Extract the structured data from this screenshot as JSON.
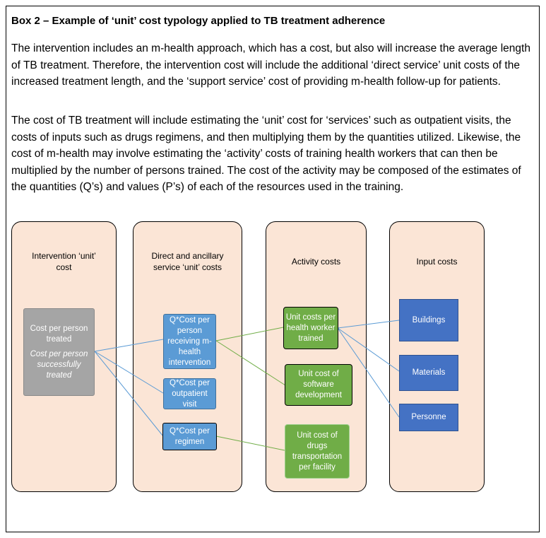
{
  "box": {
    "title": "Box 2 – Example of ‘unit’ cost typology applied to TB treatment adherence",
    "paragraph1": "The intervention includes an m-health approach, which has a cost, but also will increase the average length of TB treatment. Therefore, the intervention cost will include the additional ‘direct service’ unit costs of the increased treatment length, and the ‘support service’ cost of providing m-health follow-up for patients.",
    "paragraph2": "The cost of TB treatment will include estimating the ‘unit’ cost for ‘services’ such as outpatient visits, the costs of inputs such as drugs regimens, and then multiplying them by the quantities utilized. Likewise, the cost of m-health may involve estimating the ‘activity’ costs of training health workers that can then be multiplied by the number of persons trained. The cost of the activity may be composed of the estimates of the quantities (Q’s) and values (P’s) of each of the resources used in the training."
  },
  "diagram": {
    "columns": {
      "intervention": "Intervention ‘unit’ cost",
      "direct": "Direct and ancillary service ‘unit’ costs",
      "activity": "Activity costs",
      "input": "Input costs"
    },
    "nodes": {
      "person_treated": "Cost per person treated",
      "person_success": "Cost per person successfully treated",
      "q_mhealth": "Q*Cost per person receiving m-health intervention",
      "q_outpatient": "Q*Cost per outpatient visit",
      "q_regimen": "Q*Cost per regimen",
      "unit_hw_trained": "Unit costs per health worker trained",
      "unit_software": "Unit cost of software development",
      "unit_drugs_transport": "Unit cost of drugs transportation per facility",
      "buildings": "Buildings",
      "materials": "Materials",
      "personnel": "Personne"
    },
    "colors": {
      "column_fill": "#fbe5d6",
      "service_node": "#5b9bd5",
      "input_node": "#4472c4",
      "activity_node": "#70ad47",
      "intervention_node": "#a5a5a5",
      "blue_connector": "#5b9bd5",
      "green_connector": "#70ad47"
    }
  }
}
